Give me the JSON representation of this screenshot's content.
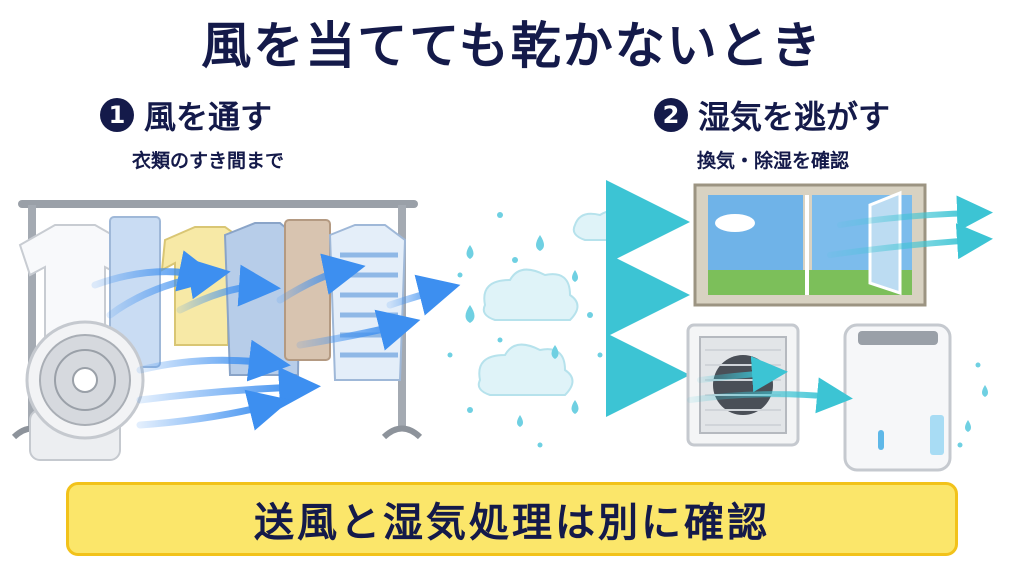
{
  "title": "風を当てても乾かないとき",
  "section1": {
    "number": "1",
    "heading": "風を通す",
    "subheading": "衣類のすき間まで"
  },
  "section2": {
    "number": "2",
    "heading": "湿気を逃がす",
    "subheading": "換気・除湿を確認"
  },
  "banner": {
    "text": "送風と湿気処理は別に確認"
  },
  "icons": {
    "section1": [
      "laundry-rack-icon",
      "clothes-icon",
      "circulator-fan-icon",
      "airflow-arrow-icon"
    ],
    "middle": [
      "moisture-cloud-icon",
      "water-droplet-icon",
      "airflow-arrow-icon"
    ],
    "section2": [
      "window-icon",
      "ventilation-fan-icon",
      "dehumidifier-icon",
      "airflow-arrow-icon"
    ]
  },
  "colors": {
    "navy": "#141a4a",
    "banner_fill": "#fbe66a",
    "banner_border": "#f2c21a",
    "arrow_blue": "#3d8ff0",
    "teal": "#3cc4d4"
  }
}
